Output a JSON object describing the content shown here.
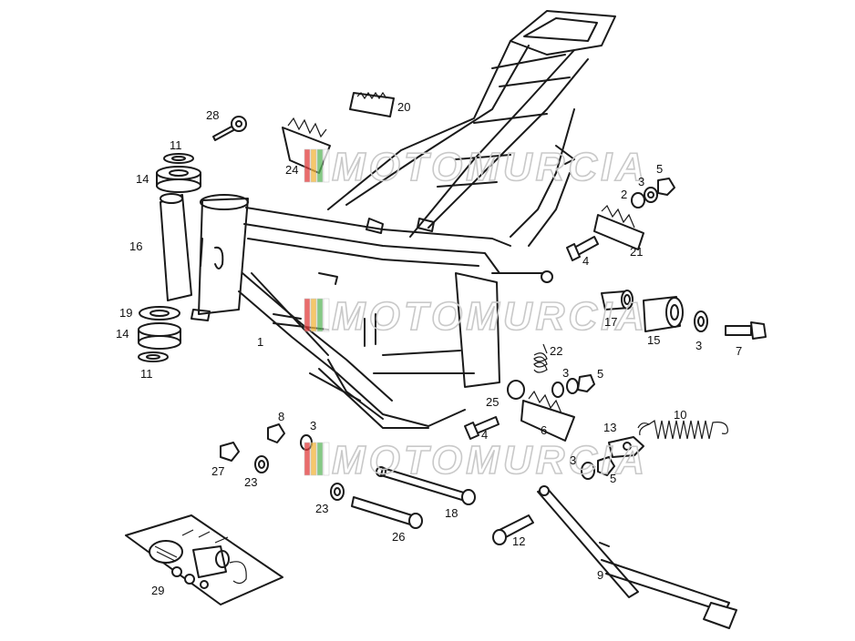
{
  "watermark": {
    "text": "MOTOMURCIA",
    "stripe_colors": [
      "#e23b3b",
      "#f2b53a",
      "#5cb85c",
      "#ffffff"
    ]
  },
  "callouts": [
    {
      "id": "l1",
      "text": "1"
    },
    {
      "id": "l2",
      "text": "2"
    },
    {
      "id": "l3a",
      "text": "3"
    },
    {
      "id": "l3b",
      "text": "3"
    },
    {
      "id": "l3c",
      "text": "3"
    },
    {
      "id": "l3d",
      "text": "3"
    },
    {
      "id": "l3e",
      "text": "3"
    },
    {
      "id": "l4a",
      "text": "4"
    },
    {
      "id": "l4b",
      "text": "4"
    },
    {
      "id": "l5a",
      "text": "5"
    },
    {
      "id": "l5b",
      "text": "5"
    },
    {
      "id": "l5c",
      "text": "5"
    },
    {
      "id": "l6",
      "text": "6"
    },
    {
      "id": "l7",
      "text": "7"
    },
    {
      "id": "l8",
      "text": "8"
    },
    {
      "id": "l9",
      "text": "9"
    },
    {
      "id": "l10",
      "text": "10"
    },
    {
      "id": "l11a",
      "text": "11"
    },
    {
      "id": "l11b",
      "text": "11"
    },
    {
      "id": "l12",
      "text": "12"
    },
    {
      "id": "l13",
      "text": "13"
    },
    {
      "id": "l14a",
      "text": "14"
    },
    {
      "id": "l14b",
      "text": "14"
    },
    {
      "id": "l15",
      "text": "15"
    },
    {
      "id": "l16",
      "text": "16"
    },
    {
      "id": "l17",
      "text": "17"
    },
    {
      "id": "l18",
      "text": "18"
    },
    {
      "id": "l19",
      "text": "19"
    },
    {
      "id": "l20",
      "text": "20"
    },
    {
      "id": "l21",
      "text": "21"
    },
    {
      "id": "l22",
      "text": "22"
    },
    {
      "id": "l23a",
      "text": "23"
    },
    {
      "id": "l23b",
      "text": "23"
    },
    {
      "id": "l24",
      "text": "24"
    },
    {
      "id": "l25",
      "text": "25"
    },
    {
      "id": "l26",
      "text": "26"
    },
    {
      "id": "l27",
      "text": "27"
    },
    {
      "id": "l28",
      "text": "28"
    },
    {
      "id": "l29",
      "text": "29"
    }
  ]
}
